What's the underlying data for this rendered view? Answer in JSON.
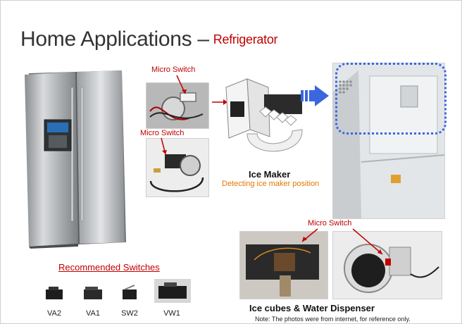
{
  "slide": {
    "title": "Home Applications –",
    "subtitle": "Refrigerator"
  },
  "labels": {
    "micro_switch_1": "Micro Switch",
    "micro_switch_2": "Micro Switch",
    "micro_switch_3": "Micro Switch"
  },
  "ice_maker": {
    "title": "Ice Maker",
    "caption": "Detecting ice maker position"
  },
  "dispenser": {
    "title": "Ice cubes & Water Dispenser"
  },
  "recommended": {
    "title": "Recommended Switches",
    "switches": [
      "VA2",
      "VA1",
      "SW2",
      "VW1"
    ]
  },
  "note": "Note:  The photos were from internet, for reference only.",
  "colors": {
    "title": "#333333",
    "accent_red": "#c00000",
    "orange": "#e07800",
    "arrow_blue": "#3a66e0"
  }
}
